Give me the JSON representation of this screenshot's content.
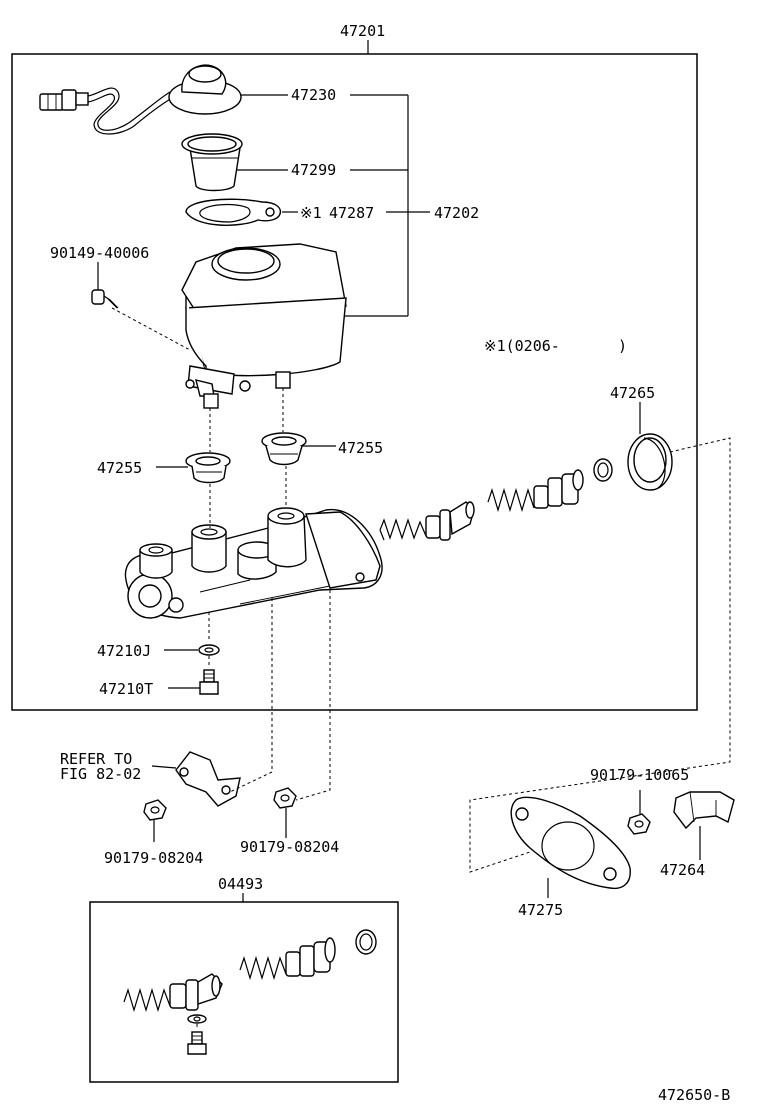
{
  "labels": {
    "assembly_master_cylinder": "47201",
    "reservoir_cap": "47230",
    "strainer": "47299",
    "cap_gasket": "47287",
    "cap_gasket_note_mark": "※1",
    "reservoir_sub_assy": "47202",
    "reservoir_screw": "90149-40006",
    "note_range": "※1(0206-",
    "note_range_close": ")",
    "grommet_right": "47255",
    "grommet_left": "47255",
    "piston_cup_boot": "47265",
    "bleeder_cap": "47210J",
    "bleeder_plug": "47210T",
    "refer_line1": "REFER TO",
    "refer_line2": "FIG 82-02",
    "nut_left": "90179-08204",
    "nut_mid": "90179-08204",
    "nut_right": "90179-10065",
    "bracket": "47264",
    "gasket_plate": "47275",
    "repair_kit": "04493",
    "figure_code": "472650-B"
  }
}
